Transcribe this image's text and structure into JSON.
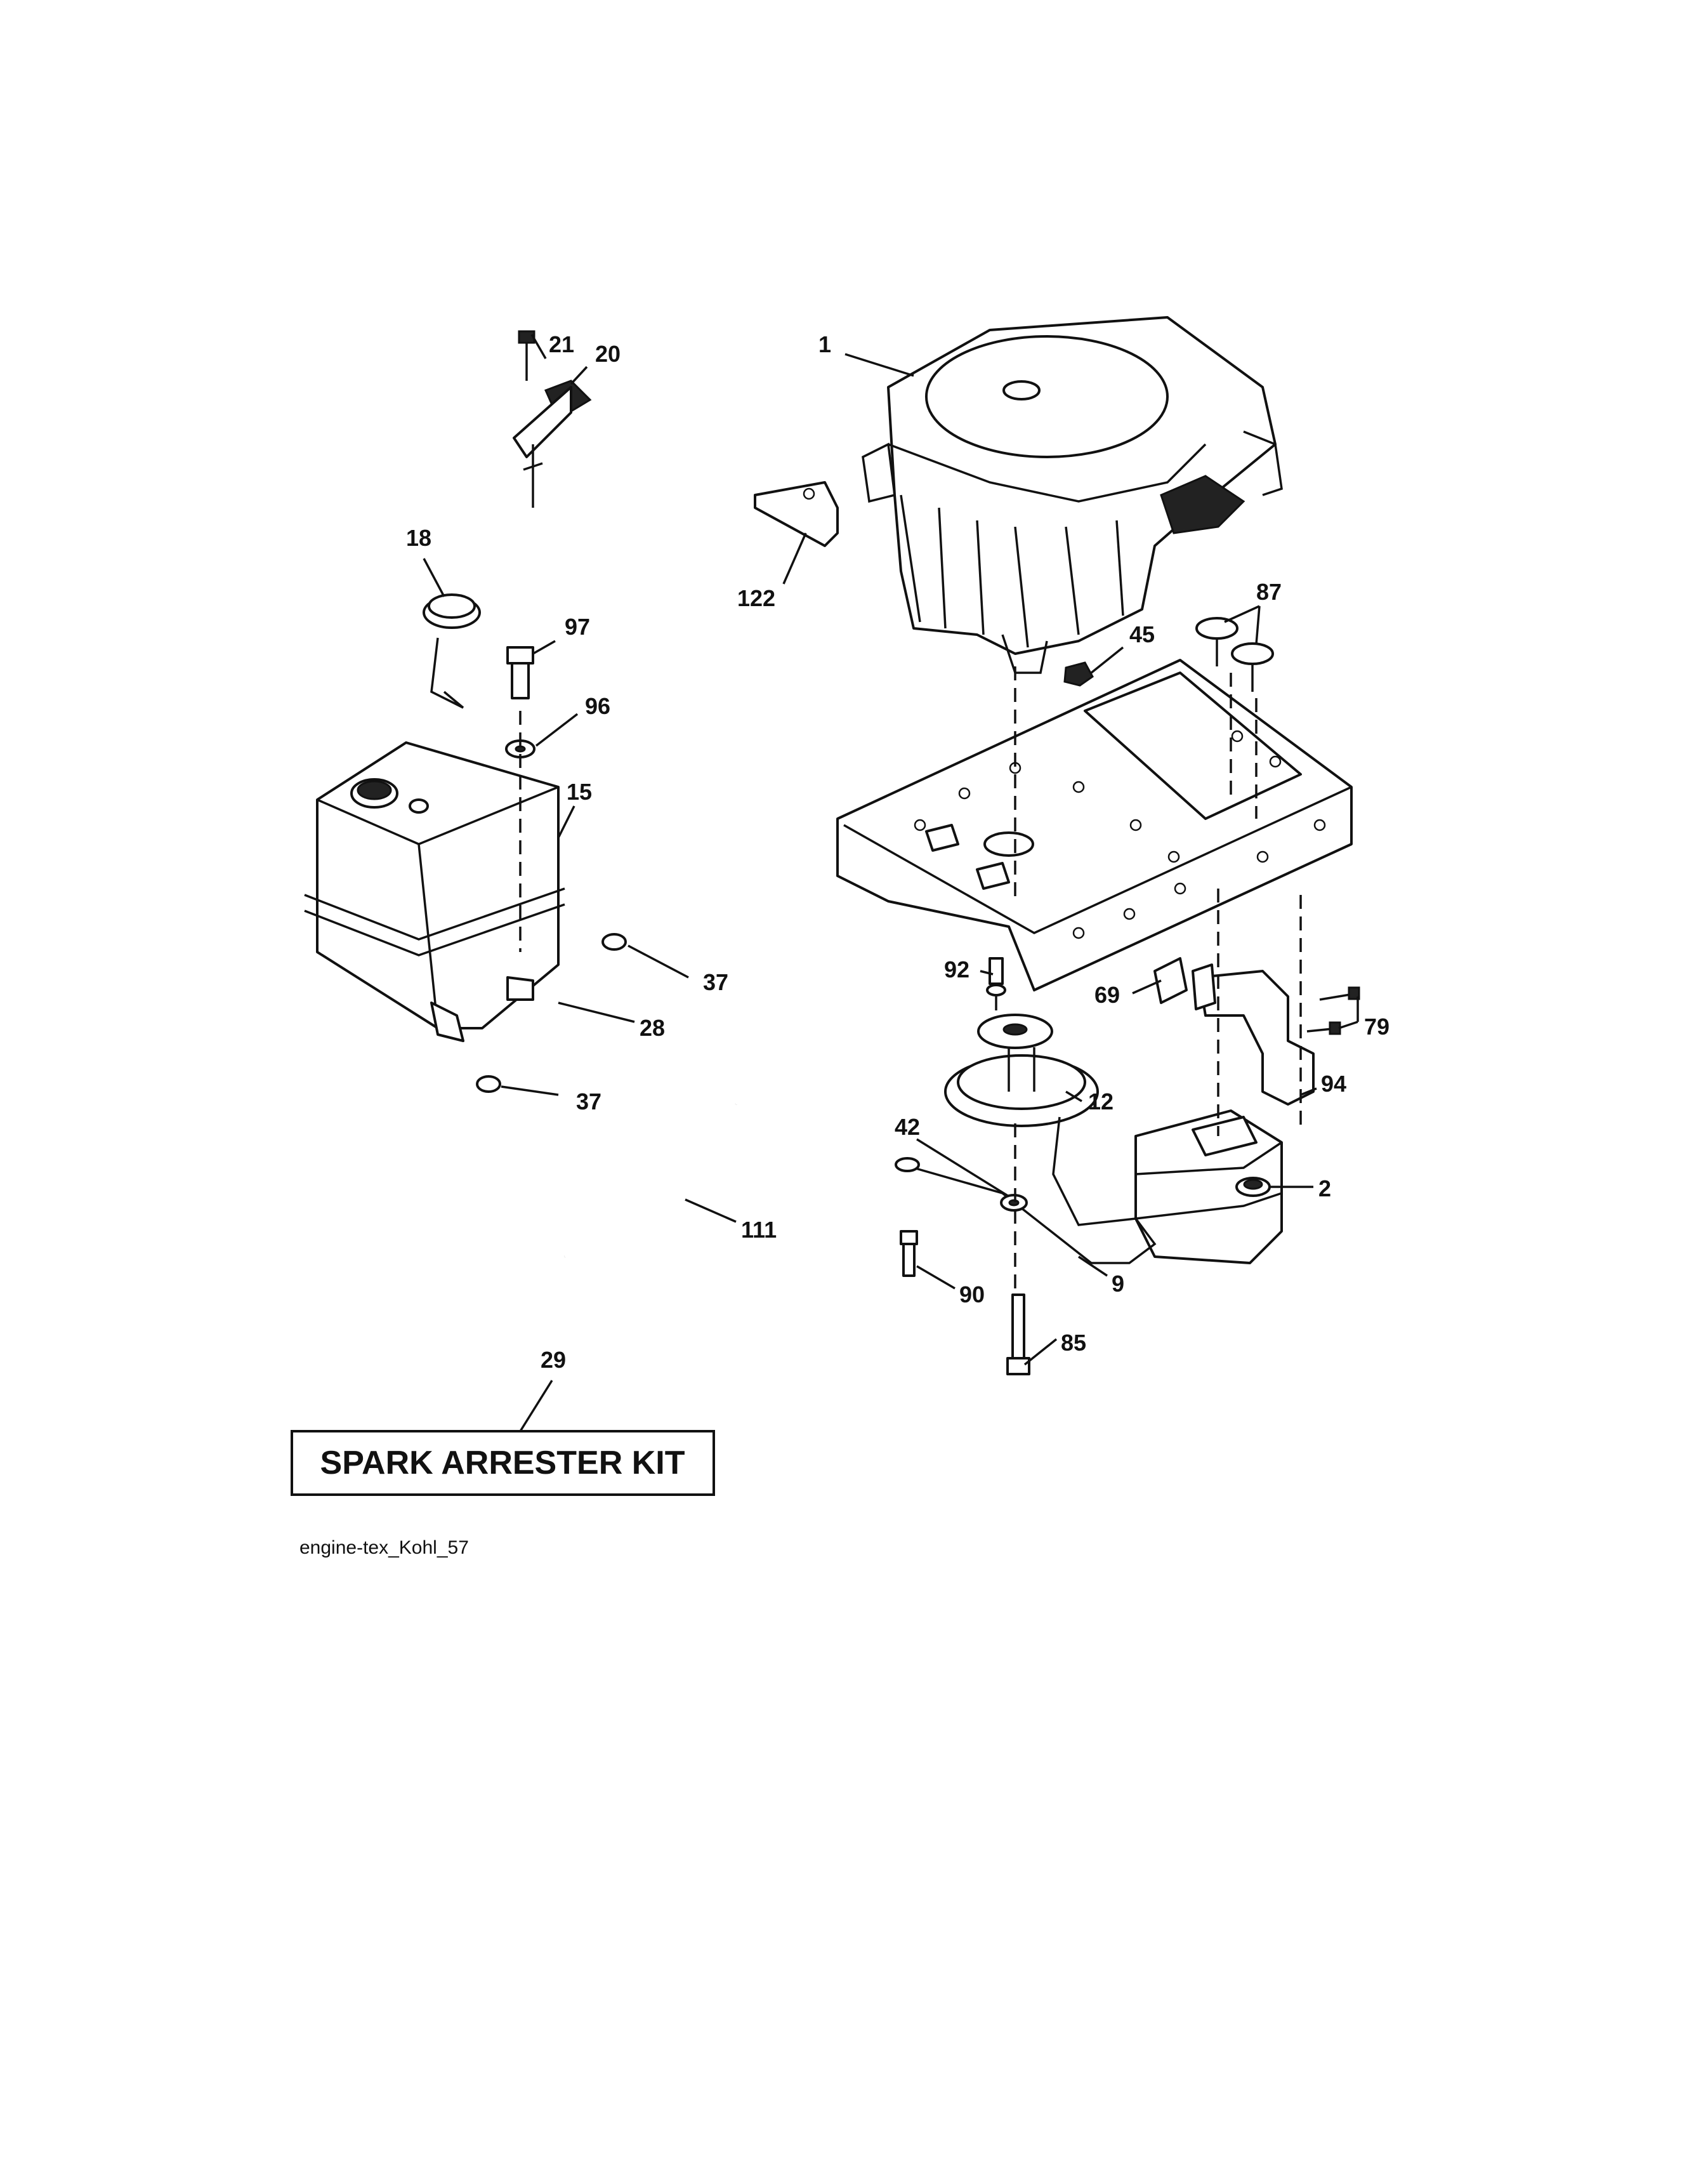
{
  "diagram": {
    "caption": "engine-tex_Kohl_57",
    "kit_label": "SPARK ARRESTER KIT",
    "callouts": {
      "p1": "1",
      "p2": "2",
      "p9": "9",
      "p12": "12",
      "p15": "15",
      "p18": "18",
      "p20": "20",
      "p21": "21",
      "p28": "28",
      "p29": "29",
      "p37a": "37",
      "p37b": "37",
      "p42": "42",
      "p45": "45",
      "p69": "69",
      "p79": "79",
      "p85": "85",
      "p87": "87",
      "p90": "90",
      "p92": "92",
      "p94": "94",
      "p96": "96",
      "p97": "97",
      "p111": "111",
      "p122": "122"
    }
  }
}
